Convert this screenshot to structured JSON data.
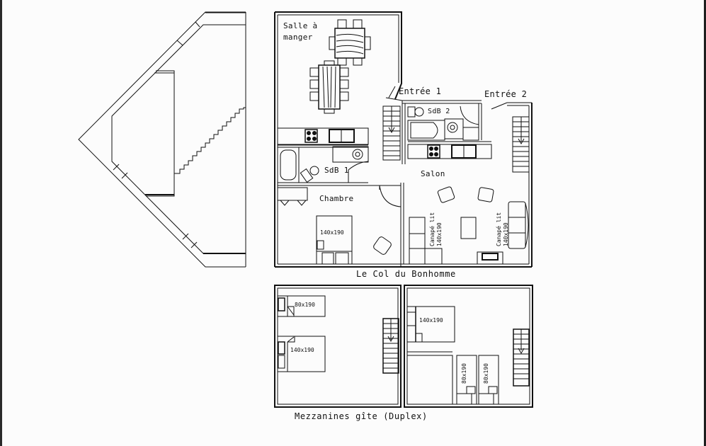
{
  "drawing": {
    "title": "Le Col du Bonhomme",
    "subtitle": "Mezzanines gîte (Duplex)",
    "line_color": "#111111",
    "background": "#fcfcfc"
  },
  "ground_floor": {
    "rooms": {
      "dining": "Salle à\nmanger",
      "dining_line1": "Salle à",
      "dining_line2": "manger",
      "entrance_1": "Entrée 1",
      "entrance_2": "Entrée 2",
      "bathroom_2": "SdB 2",
      "bathroom_1": "SdB 1",
      "living_room": "Salon",
      "bedroom": "Chambre"
    },
    "furniture": {
      "bedroom_bed": "140x190",
      "sofa_bed_left_line1": "Canapé lit",
      "sofa_bed_left_line2": "140x190",
      "sofa_bed_right_line1": "Canapé lit",
      "sofa_bed_right_line2": "140x190"
    }
  },
  "mezzanine_floor": {
    "left": {
      "bed_single": "80x190",
      "bed_double": "140x190"
    },
    "right": {
      "bed_double": "140x190",
      "bed_single_1": "80x190",
      "bed_single_2": "80x190"
    }
  }
}
